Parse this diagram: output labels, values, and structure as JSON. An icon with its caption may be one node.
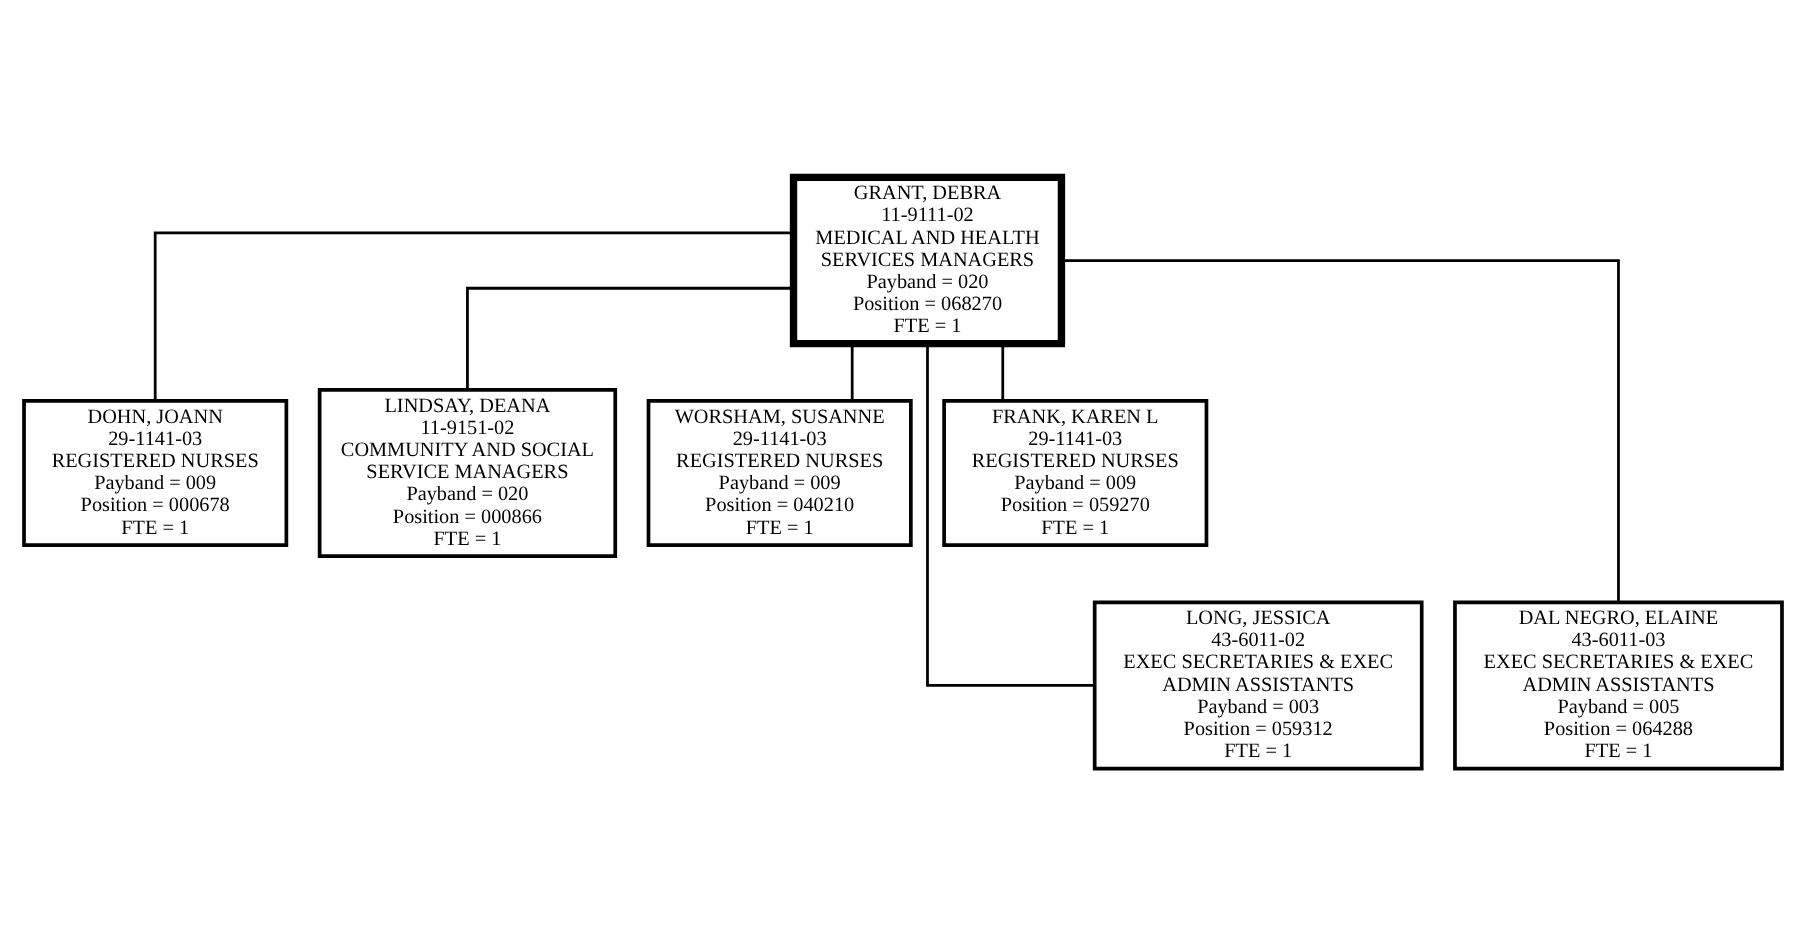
{
  "diagram": {
    "nodes": [
      {
        "text": [
          "GRANT, DEBRA",
          "11-9111-02",
          "MEDICAL AND HEALTH SERVICES MANAGERS",
          "Payband = 020",
          "Position = 068270",
          "FTE = 1"
        ]
      },
      {
        "text": [
          "DOHN, JOANN",
          "29-1141-03",
          "REGISTERED NURSES",
          "Payband = 009",
          "Position = 000678",
          "FTE = 1"
        ]
      },
      {
        "text": [
          "LINDSAY, DEANA",
          "11-9151-02",
          "COMMUNITY AND SOCIAL SERVICE MANAGERS",
          "Payband = 020",
          "Position = 000866",
          "FTE = 1"
        ]
      },
      {
        "text": [
          "WORSHAM, SUSANNE",
          "29-1141-03",
          "REGISTERED NURSES",
          "Payband = 009",
          "Position = 040210",
          "FTE = 1"
        ]
      },
      {
        "text": [
          "FRANK, KAREN L",
          "29-1141-03",
          "REGISTERED NURSES",
          "Payband = 009",
          "Position = 059270",
          "FTE = 1"
        ]
      },
      {
        "text": [
          "LONG, JESSICA",
          "43-6011-02",
          "EXEC SECRETARIES & EXEC ADMIN ASSISTANTS",
          "Payband = 003",
          "Position = 059312",
          "FTE = 1"
        ]
      },
      {
        "text": [
          "DAL NEGRO, ELAINE",
          "43-6011-03",
          "EXEC SECRETARIES & EXEC ADMIN ASSISTANTS",
          "Payband = 005",
          "Position = 064288",
          "FTE = 1"
        ]
      }
    ],
    "edges": [
      {
        "from": 0,
        "to": 1,
        "arrow": "none"
      },
      {
        "from": 0,
        "to": 2,
        "arrow": "none"
      },
      {
        "from": 0,
        "to": 3,
        "arrow": "none"
      },
      {
        "from": 0,
        "to": 4,
        "arrow": "none"
      },
      {
        "from": 0,
        "to": 5,
        "arrow": "none"
      },
      {
        "from": 0,
        "to": 6,
        "arrow": "none"
      }
    ]
  }
}
